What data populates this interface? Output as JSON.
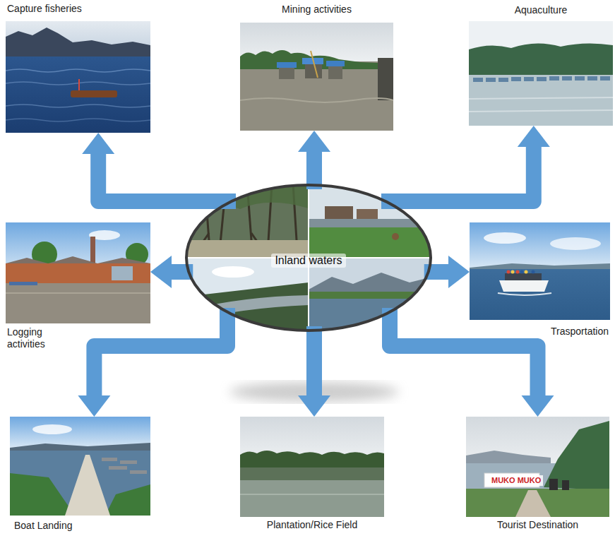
{
  "diagram": {
    "nodes": [
      {
        "text": [
          "Capture fisheries"
        ]
      },
      {
        "text": [
          "Mining activities"
        ]
      },
      {
        "text": [
          "Aquaculture"
        ]
      },
      {
        "text": [
          "Logging activities"
        ]
      },
      {
        "text": [
          "Inland waters"
        ]
      },
      {
        "text": [
          "Trasportation"
        ]
      },
      {
        "text": [
          "Boat Landing"
        ]
      },
      {
        "text": [
          "Plantation/Rice Field"
        ]
      },
      {
        "text": [
          "Tourist Destination"
        ]
      }
    ],
    "edges": [
      {
        "from": 4,
        "to": 0,
        "arrow": "to"
      },
      {
        "from": 4,
        "to": 1,
        "arrow": "to"
      },
      {
        "from": 4,
        "to": 2,
        "arrow": "to"
      },
      {
        "from": 4,
        "to": 3,
        "arrow": "to"
      },
      {
        "from": 4,
        "to": 5,
        "arrow": "to"
      },
      {
        "from": 4,
        "to": 6,
        "arrow": "to"
      },
      {
        "from": 4,
        "to": 7,
        "arrow": "to"
      },
      {
        "from": 4,
        "to": 8,
        "arrow": "to"
      }
    ],
    "labels": [
      "MUKO MUKO"
    ]
  }
}
